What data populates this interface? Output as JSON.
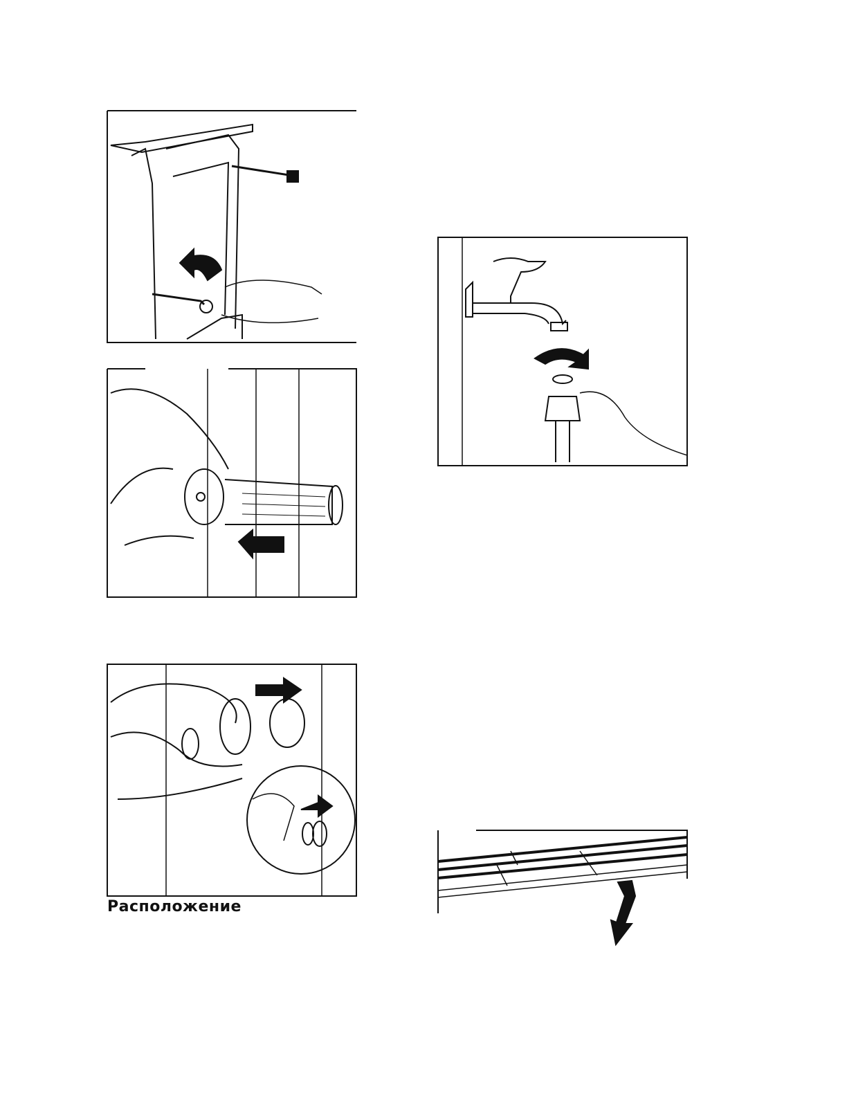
{
  "page": {
    "section_heading": "Расположение"
  },
  "figures": [
    {
      "id": "wall-fixing-screws",
      "icon": "drill-arrow-icon"
    },
    {
      "id": "hose-insertion",
      "icon": "push-arrow-icon"
    },
    {
      "id": "cap-removal",
      "icon": "pull-arrow-icon"
    },
    {
      "id": "tap-connection",
      "icon": "rotate-arrow-icon"
    },
    {
      "id": "plinth-adjustment",
      "icon": "tilt-arrow-icon"
    }
  ],
  "colors": {
    "ink": "#111111",
    "paper": "#ffffff"
  }
}
